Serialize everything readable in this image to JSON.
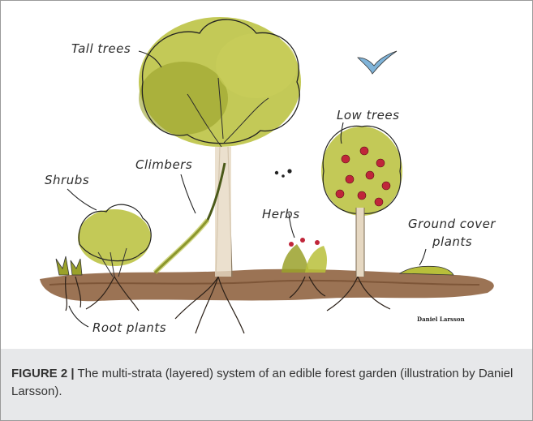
{
  "labels": {
    "tall_trees": "Tall trees",
    "climbers": "Climbers",
    "shrubs": "Shrubs",
    "herbs": "Herbs",
    "low_trees": "Low trees",
    "ground_cover_line1": "Ground cover",
    "ground_cover_line2": "plants",
    "root_plants": "Root plants"
  },
  "signature": "Daniel Larsson",
  "caption": {
    "figure_label": "FIGURE 2 |",
    "text": " The multi-strata (layered) system of an edible forest garden (illustration by Daniel Larsson)."
  },
  "colors": {
    "foliage": "#b8bf3a",
    "foliage_dark": "#9aa12a",
    "soil": "#8a5a36",
    "trunk": "#e6d8c2",
    "fruit": "#c0263a",
    "bird": "#7fb3d8",
    "caption_bg": "#e7e8ea"
  }
}
